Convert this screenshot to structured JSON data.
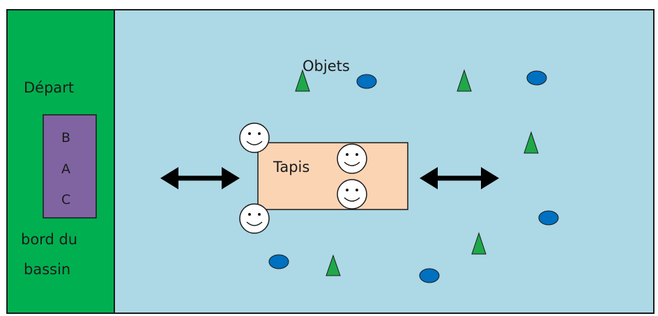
{
  "labels": {
    "depart": "Départ",
    "bac": [
      "B",
      "A",
      "C"
    ],
    "bord_line1": "bord du",
    "bord_line2": "bassin",
    "objets": "Objets",
    "tapis": "Tapis"
  },
  "colors": {
    "pool": "#add8e6",
    "edge": "#00b050",
    "bac": "#8064a2",
    "tapis": "#fbd4b4",
    "triangle": "#1fa84a",
    "ellipse": "#0070c0",
    "arrow": "#000000",
    "outline": "#1a1a1a"
  },
  "icons": {
    "face": "smiley-face-icon",
    "triangle": "green-triangle-icon",
    "ellipse": "blue-ellipse-icon",
    "arrow": "double-headed-arrow-icon"
  }
}
